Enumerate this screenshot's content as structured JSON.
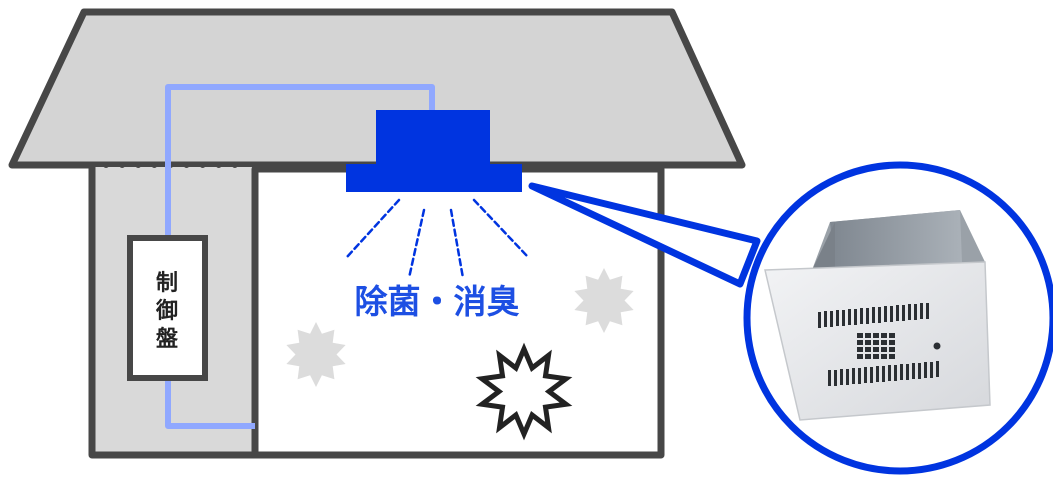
{
  "colors": {
    "outline": "#474747",
    "roof_fill": "#d4d4d4",
    "wall_fill": "#d9d9d9",
    "room_fill": "#ffffff",
    "pipe": "#90a8ff",
    "unit": "#0034e0",
    "label": "#1d4fe3",
    "germ_fill": "#dcdcdc"
  },
  "control_panel": {
    "label": "制御盤",
    "chars": [
      "制",
      "御",
      "盤"
    ]
  },
  "ceiling_unit": {
    "icon": "ceiling-mounted-sterilizer"
  },
  "effect_label": "除菌・消臭",
  "germs": [
    {
      "icon": "germ-icon",
      "state": "filled"
    },
    {
      "icon": "germ-icon",
      "state": "filled"
    },
    {
      "icon": "germ-icon",
      "state": "outline"
    }
  ],
  "product_zoom": {
    "icon": "sterilizer-product-photo"
  }
}
